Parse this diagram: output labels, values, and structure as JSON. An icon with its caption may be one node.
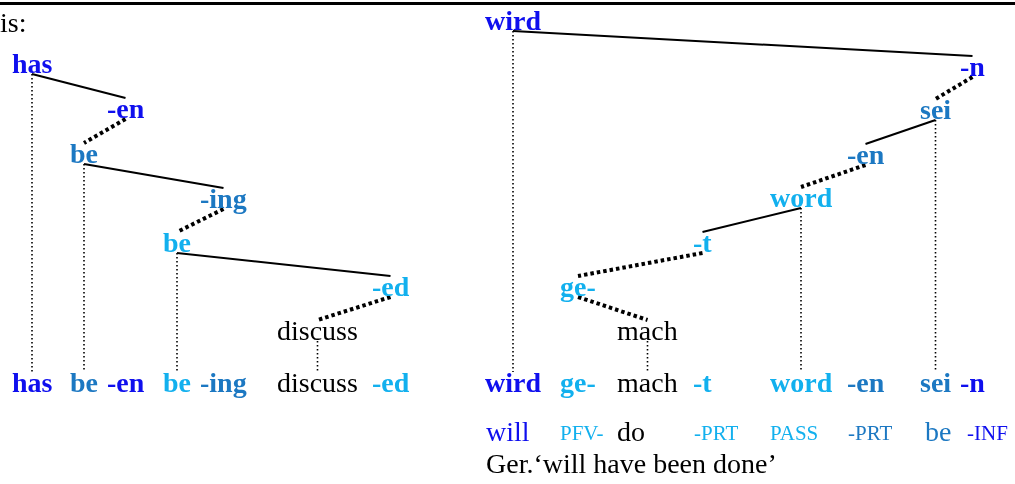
{
  "diagram": {
    "nodes": [
      {
        "text": [
          "has"
        ]
      },
      {
        "text": [
          "-en"
        ]
      },
      {
        "text": [
          "be"
        ]
      },
      {
        "text": [
          "-ing"
        ]
      },
      {
        "text": [
          "be"
        ]
      },
      {
        "text": [
          "-ed"
        ]
      },
      {
        "text": [
          "discuss"
        ]
      },
      {
        "text": [
          "has"
        ]
      },
      {
        "text": [
          "be"
        ]
      },
      {
        "text": [
          "be"
        ]
      },
      {
        "text": [
          "discuss"
        ]
      },
      {
        "text": [
          "wird"
        ]
      },
      {
        "text": [
          "-n"
        ]
      },
      {
        "text": [
          "sei"
        ]
      },
      {
        "text": [
          "-en"
        ]
      },
      {
        "text": [
          "word"
        ]
      },
      {
        "text": [
          "-t"
        ]
      },
      {
        "text": [
          "ge-"
        ]
      },
      {
        "text": [
          "mach"
        ]
      },
      {
        "text": [
          "wird"
        ]
      },
      {
        "text": [
          "mach"
        ]
      },
      {
        "text": [
          "word"
        ]
      },
      {
        "text": [
          "sei"
        ]
      }
    ],
    "edges": [
      {
        "from": 0,
        "to": 1,
        "arrow": "none"
      },
      {
        "from": 1,
        "to": 2,
        "arrow": "none",
        "style": "dashed"
      },
      {
        "from": 2,
        "to": 3,
        "arrow": "none"
      },
      {
        "from": 3,
        "to": 4,
        "arrow": "none",
        "style": "dashed"
      },
      {
        "from": 4,
        "to": 5,
        "arrow": "none"
      },
      {
        "from": 5,
        "to": 6,
        "arrow": "none",
        "style": "dashed"
      },
      {
        "from": 0,
        "to": 7,
        "arrow": "none",
        "style": "dashed"
      },
      {
        "from": 2,
        "to": 8,
        "arrow": "none",
        "style": "dashed"
      },
      {
        "from": 4,
        "to": 9,
        "arrow": "none",
        "style": "dashed"
      },
      {
        "from": 6,
        "to": 10,
        "arrow": "none",
        "style": "dashed"
      },
      {
        "from": 11,
        "to": 12,
        "arrow": "none"
      },
      {
        "from": 12,
        "to": 13,
        "arrow": "none",
        "style": "dashed"
      },
      {
        "from": 13,
        "to": 14,
        "arrow": "none"
      },
      {
        "from": 14,
        "to": 15,
        "arrow": "none",
        "style": "dashed"
      },
      {
        "from": 15,
        "to": 16,
        "arrow": "none"
      },
      {
        "from": 16,
        "to": 17,
        "arrow": "none",
        "style": "dashed"
      },
      {
        "from": 17,
        "to": 18,
        "arrow": "none",
        "style": "dashed"
      },
      {
        "from": 11,
        "to": 19,
        "arrow": "none",
        "style": "dashed"
      },
      {
        "from": 18,
        "to": 20,
        "arrow": "none",
        "style": "dashed"
      },
      {
        "from": 15,
        "to": 21,
        "arrow": "none",
        "style": "dashed"
      },
      {
        "from": 13,
        "to": 22,
        "arrow": "none",
        "style": "dashed"
      }
    ],
    "labels": [
      "is:",
      "-en",
      "-ing",
      "-ed",
      "ge-",
      "-t",
      "-en",
      "-n",
      "will",
      "PFV-",
      "do",
      "-PRT",
      "PASS",
      "-PRT",
      "be",
      "-INF",
      "Ger.‘will have been done’"
    ]
  }
}
